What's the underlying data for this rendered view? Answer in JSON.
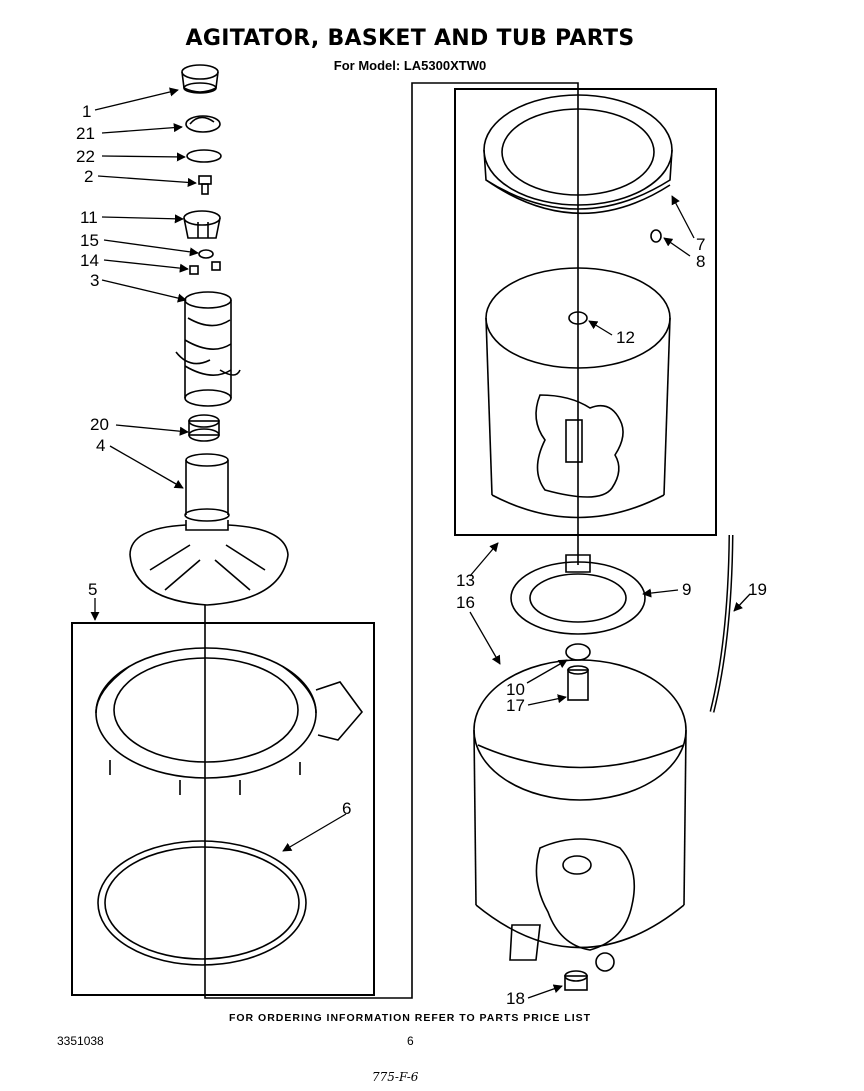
{
  "title": "AGITATOR, BASKET AND TUB PARTS",
  "subtitle": "For Model: LA5300XTW0",
  "footer": "FOR ORDERING INFORMATION REFER TO PARTS PRICE LIST",
  "document_number": "3351038",
  "page_number": "6",
  "handwritten_note": "775-F-6",
  "callouts": {
    "c1": "1",
    "c21": "21",
    "c22": "22",
    "c2": "2",
    "c11": "11",
    "c15": "15",
    "c14": "14",
    "c3": "3",
    "c20": "20",
    "c4": "4",
    "c5": "5",
    "c6": "6",
    "c7": "7",
    "c8": "8",
    "c12": "12",
    "c13": "13",
    "c16": "16",
    "c9": "9",
    "c19": "19",
    "c10": "10",
    "c17": "17",
    "c18": "18"
  }
}
